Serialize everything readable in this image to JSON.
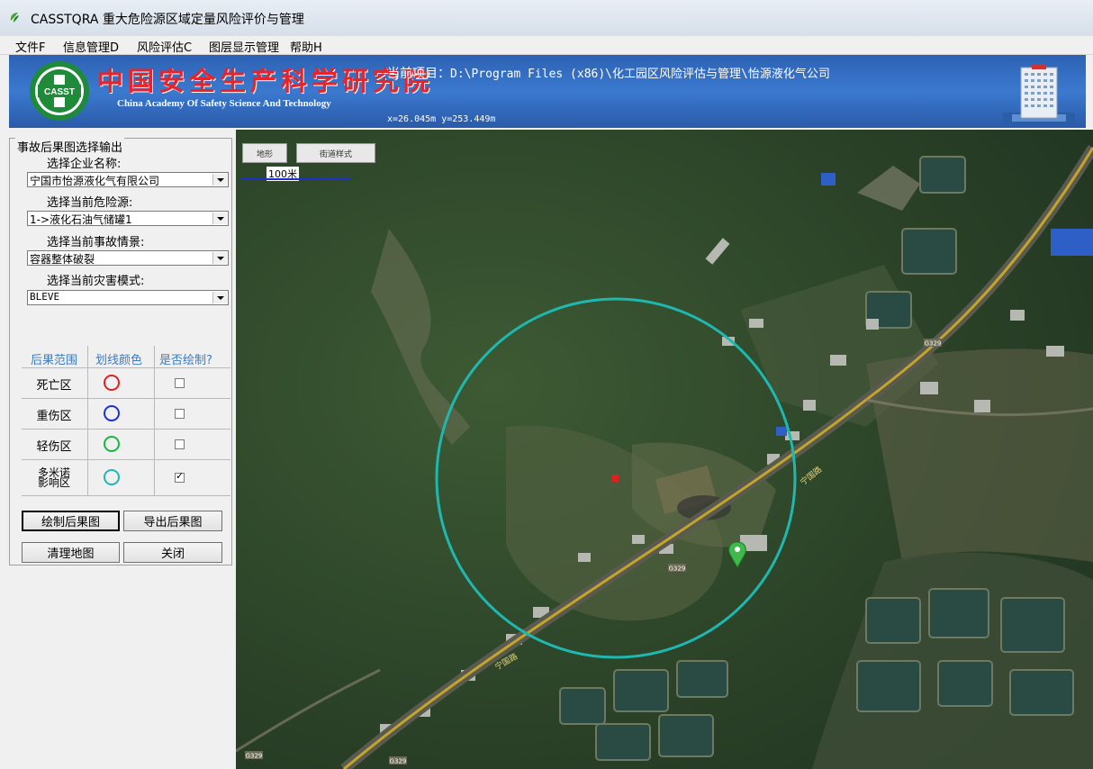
{
  "window": {
    "title": "CASSTQRA 重大危险源区域定量风险评价与管理"
  },
  "menu": [
    "文件F",
    "信息管理D",
    "风险评估C",
    "图层显示管理",
    "帮助H"
  ],
  "banner": {
    "logo_text": "CASST",
    "org_name_cn": "中国安全生产科学研究院",
    "org_name_en": "China Academy Of Safety Science And Technology",
    "project_label": "当前项目：",
    "project_path": "D:\\Program Files (x86)\\化工园区风险评估与管理\\怡源液化气公司",
    "coordinates": "x=26.045m  y=253.449m"
  },
  "panel": {
    "group_title": "事故后果图选择输出",
    "company_label": "选择企业名称:",
    "company_value": "宁国市怡源液化气有限公司",
    "hazard_label": "选择当前危险源:",
    "hazard_value": "1->液化石油气储罐1",
    "scenario_label": "选择当前事故情景:",
    "scenario_value": "容器整体破裂",
    "mode_label": "选择当前灾害模式:",
    "mode_value": "BLEVE",
    "table_headers": [
      "后果范围",
      "划线颜色",
      "是否绘制?"
    ],
    "rows": [
      {
        "label": "死亡区",
        "color": "#e02020",
        "checked": false
      },
      {
        "label": "重伤区",
        "color": "#1a2fd6",
        "checked": false
      },
      {
        "label": "轻伤区",
        "color": "#19b83a",
        "checked": false
      },
      {
        "label": "多米诺影响区",
        "color": "#1fb8b0",
        "checked": true
      }
    ],
    "buttons": {
      "draw": "绘制后果图",
      "export": "导出后果图",
      "clear": "清理地图",
      "close": "关闭"
    }
  },
  "map": {
    "toolbar": [
      "地形",
      "街道样式"
    ],
    "scale": "100米",
    "road_labels": [
      "G329",
      "G329",
      "G329",
      "G329"
    ],
    "road_name": "宁国路"
  }
}
